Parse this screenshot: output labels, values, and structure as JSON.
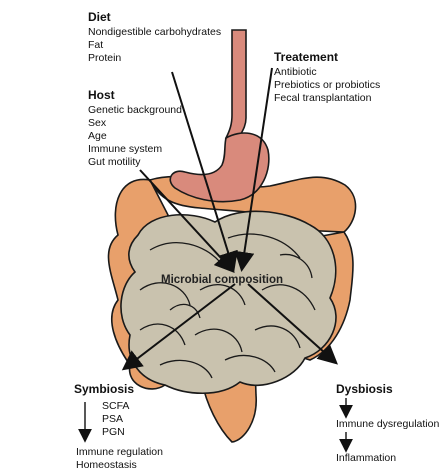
{
  "diet": {
    "title": "Diet",
    "items": [
      "Nondigestible carbohydrates",
      "Fat",
      "Protein"
    ]
  },
  "host": {
    "title": "Host",
    "items": [
      "Genetic background",
      "Sex",
      "Age",
      "Immune system",
      "Gut motility"
    ]
  },
  "treatment": {
    "title": "Treatement",
    "items": [
      "Antibiotic",
      "Prebiotics or probiotics",
      "Fecal transplantation"
    ]
  },
  "center": {
    "label": "Microbial composition"
  },
  "symbiosis": {
    "title": "Symbiosis",
    "items": [
      "SCFA",
      "PSA",
      "PGN"
    ],
    "outcomes": [
      "Immune regulation",
      "Homeostasis"
    ]
  },
  "dysbiosis": {
    "title": "Dysbiosis",
    "steps": [
      "Immune dysregulation",
      "Inflammation"
    ]
  },
  "colors": {
    "stomach": "#d98a7c",
    "colon": "#e8a06b",
    "small_intestine": "#c9c2ae",
    "outline": "#1a1a1a"
  }
}
